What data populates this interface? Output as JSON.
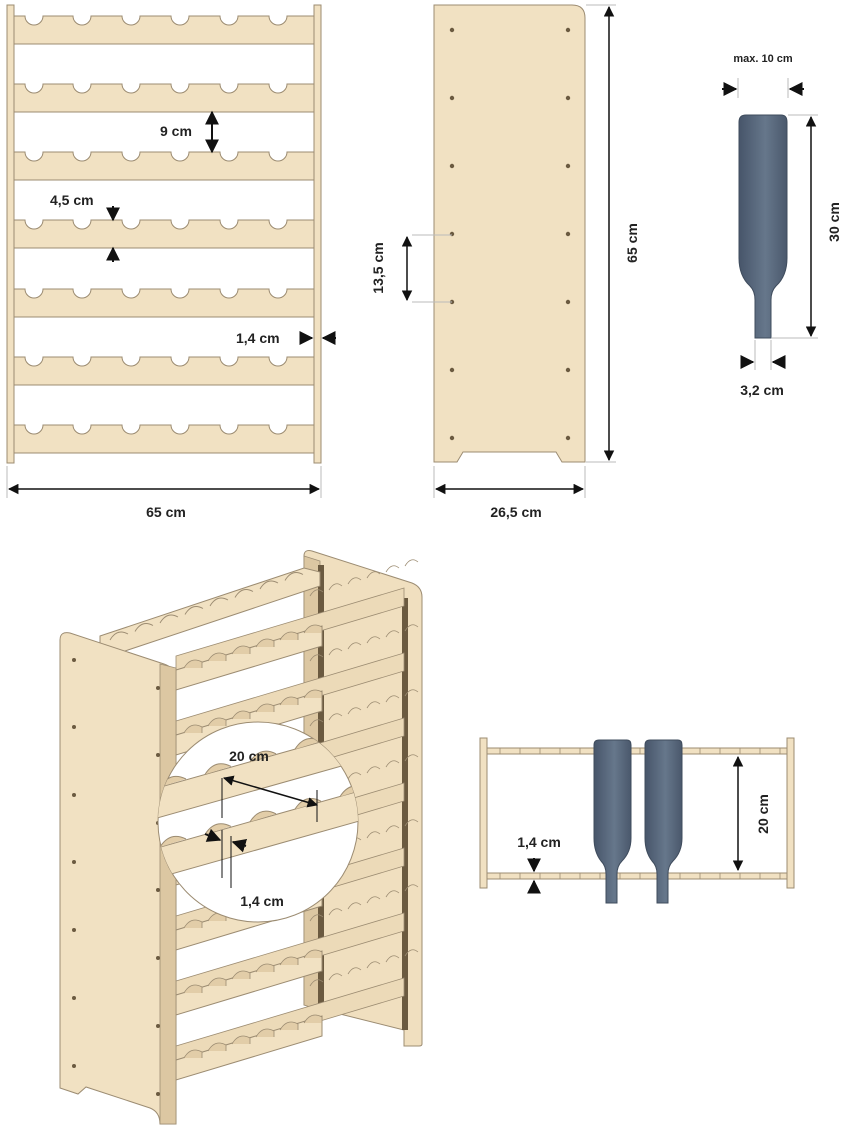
{
  "front_view": {
    "shelf_spacing": "9 cm",
    "slot_depth": "4,5 cm",
    "side_thickness": "1,4 cm",
    "width": "65 cm"
  },
  "side_view": {
    "hole_spacing": "13,5 cm",
    "height": "65 cm",
    "depth": "26,5 cm"
  },
  "bottle": {
    "max_diameter": "max. 10 cm",
    "length": "30 cm",
    "neck_diameter": "3,2 cm"
  },
  "detail_zoom": {
    "slot_pitch": "20 cm",
    "slat_thickness": "1,4 cm"
  },
  "top_view": {
    "slat_thickness": "1,4 cm",
    "rail_spacing": "20 cm"
  },
  "colors": {
    "wood": "#f1e1c2",
    "wood_edge": "#9c8c72",
    "bottle": "#5a6a7d",
    "bottle_dark": "#3f4c5d"
  }
}
